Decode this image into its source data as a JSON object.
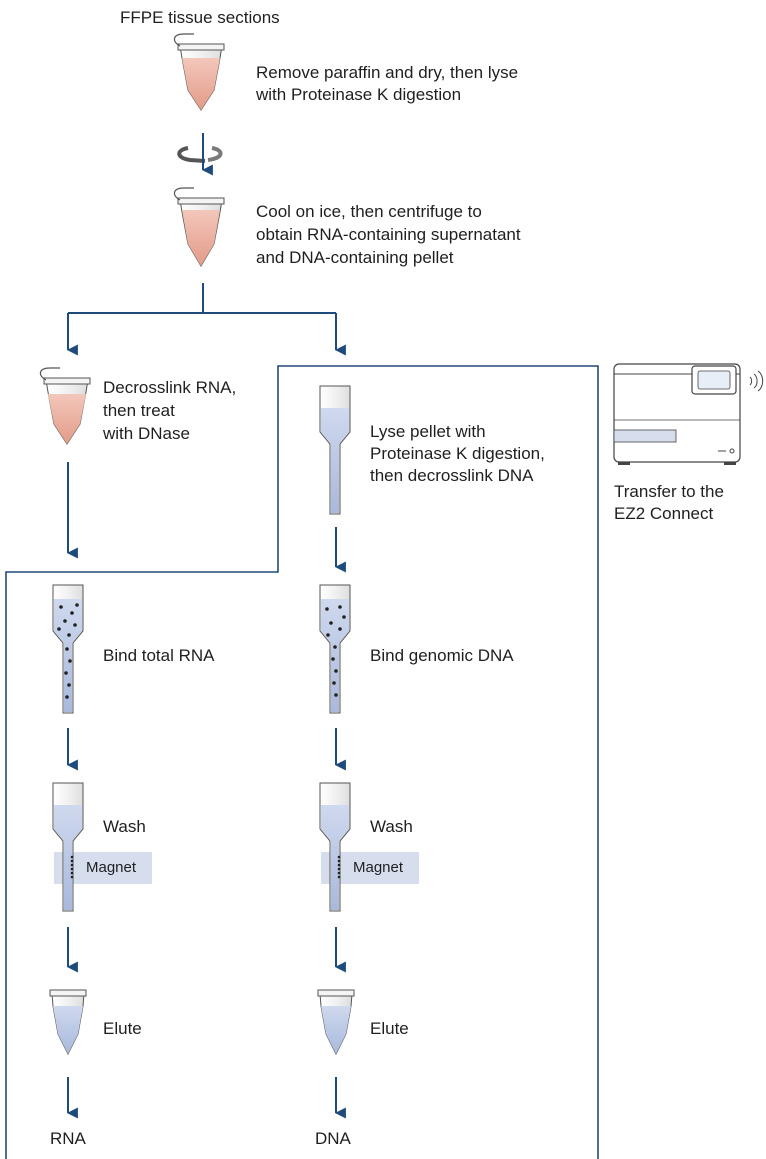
{
  "title": "FFPE tissue sections",
  "steps": {
    "lyse": [
      "Remove paraffin and dry, then lyse",
      "with Proteinase K digestion"
    ],
    "cool": [
      "Cool on ice, then centrifuge to",
      "obtain RNA-containing supernatant",
      "and DNA-containing pellet"
    ],
    "rna_decrosslink": [
      "Decrosslink RNA,",
      "then treat",
      "with DNase"
    ],
    "dna_lyse": [
      "Lyse pellet with",
      "Proteinase K digestion,",
      "then decrosslink DNA"
    ],
    "rna_bind": "Bind total RNA",
    "dna_bind": "Bind genomic DNA",
    "rna_wash": "Wash",
    "dna_wash": "Wash",
    "magnet": "Magnet",
    "rna_elute": "Elute",
    "dna_elute": "Elute"
  },
  "outputs": {
    "rna": "RNA",
    "dna": "DNA"
  },
  "instrument": {
    "caption": [
      "Transfer to the",
      "EZ2 Connect"
    ]
  },
  "colors": {
    "arrow": "#1e4b7c",
    "box_border": "#1e4b7c",
    "tube_pink": "#e9a898",
    "tube_blue": "#b9c7e3",
    "magnet_band": "#d6deee",
    "bead": "#222222"
  }
}
